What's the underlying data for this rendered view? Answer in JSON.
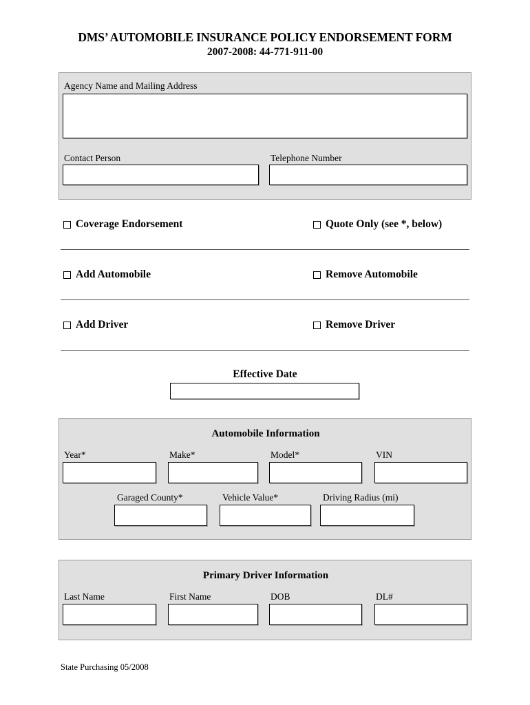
{
  "title": {
    "line1": "DMS’ AUTOMOBILE INSURANCE POLICY ENDORSEMENT FORM",
    "line2": "2007-2008: 44-771-911-00"
  },
  "agency": {
    "address_label": "Agency Name and Mailing Address",
    "address_value": "",
    "contact_label": "Contact Person",
    "contact_value": "",
    "telephone_label": "Telephone Number",
    "telephone_value": ""
  },
  "actions": {
    "rows": [
      {
        "left": "Coverage Endorsement",
        "right": "Quote Only (see *, below)"
      },
      {
        "left": "Add Automobile",
        "right": "Remove Automobile"
      },
      {
        "left": "Add Driver",
        "right": "Remove Driver"
      }
    ]
  },
  "effective_date": {
    "heading": "Effective Date",
    "value": ""
  },
  "automobile": {
    "heading": "Automobile Information",
    "row1": [
      {
        "label": "Year*",
        "value": ""
      },
      {
        "label": "Make*",
        "value": ""
      },
      {
        "label": "Model*",
        "value": ""
      },
      {
        "label": "VIN",
        "value": ""
      }
    ],
    "row2": [
      {
        "label": "Garaged County*",
        "value": ""
      },
      {
        "label": "Vehicle Value*",
        "value": ""
      },
      {
        "label": "Driving Radius (mi)",
        "value": ""
      }
    ]
  },
  "driver": {
    "heading": "Primary Driver Information",
    "fields": [
      {
        "label": "Last Name",
        "value": ""
      },
      {
        "label": "First Name",
        "value": ""
      },
      {
        "label": "DOB",
        "value": ""
      },
      {
        "label": "DL#",
        "value": ""
      }
    ]
  },
  "footer": {
    "note": "State Purchasing 05/2008"
  },
  "colors": {
    "panel_background": "#e0e0e0",
    "panel_border": "#9a9a9a",
    "field_border": "#000000",
    "divider": "#4a4a4a"
  }
}
